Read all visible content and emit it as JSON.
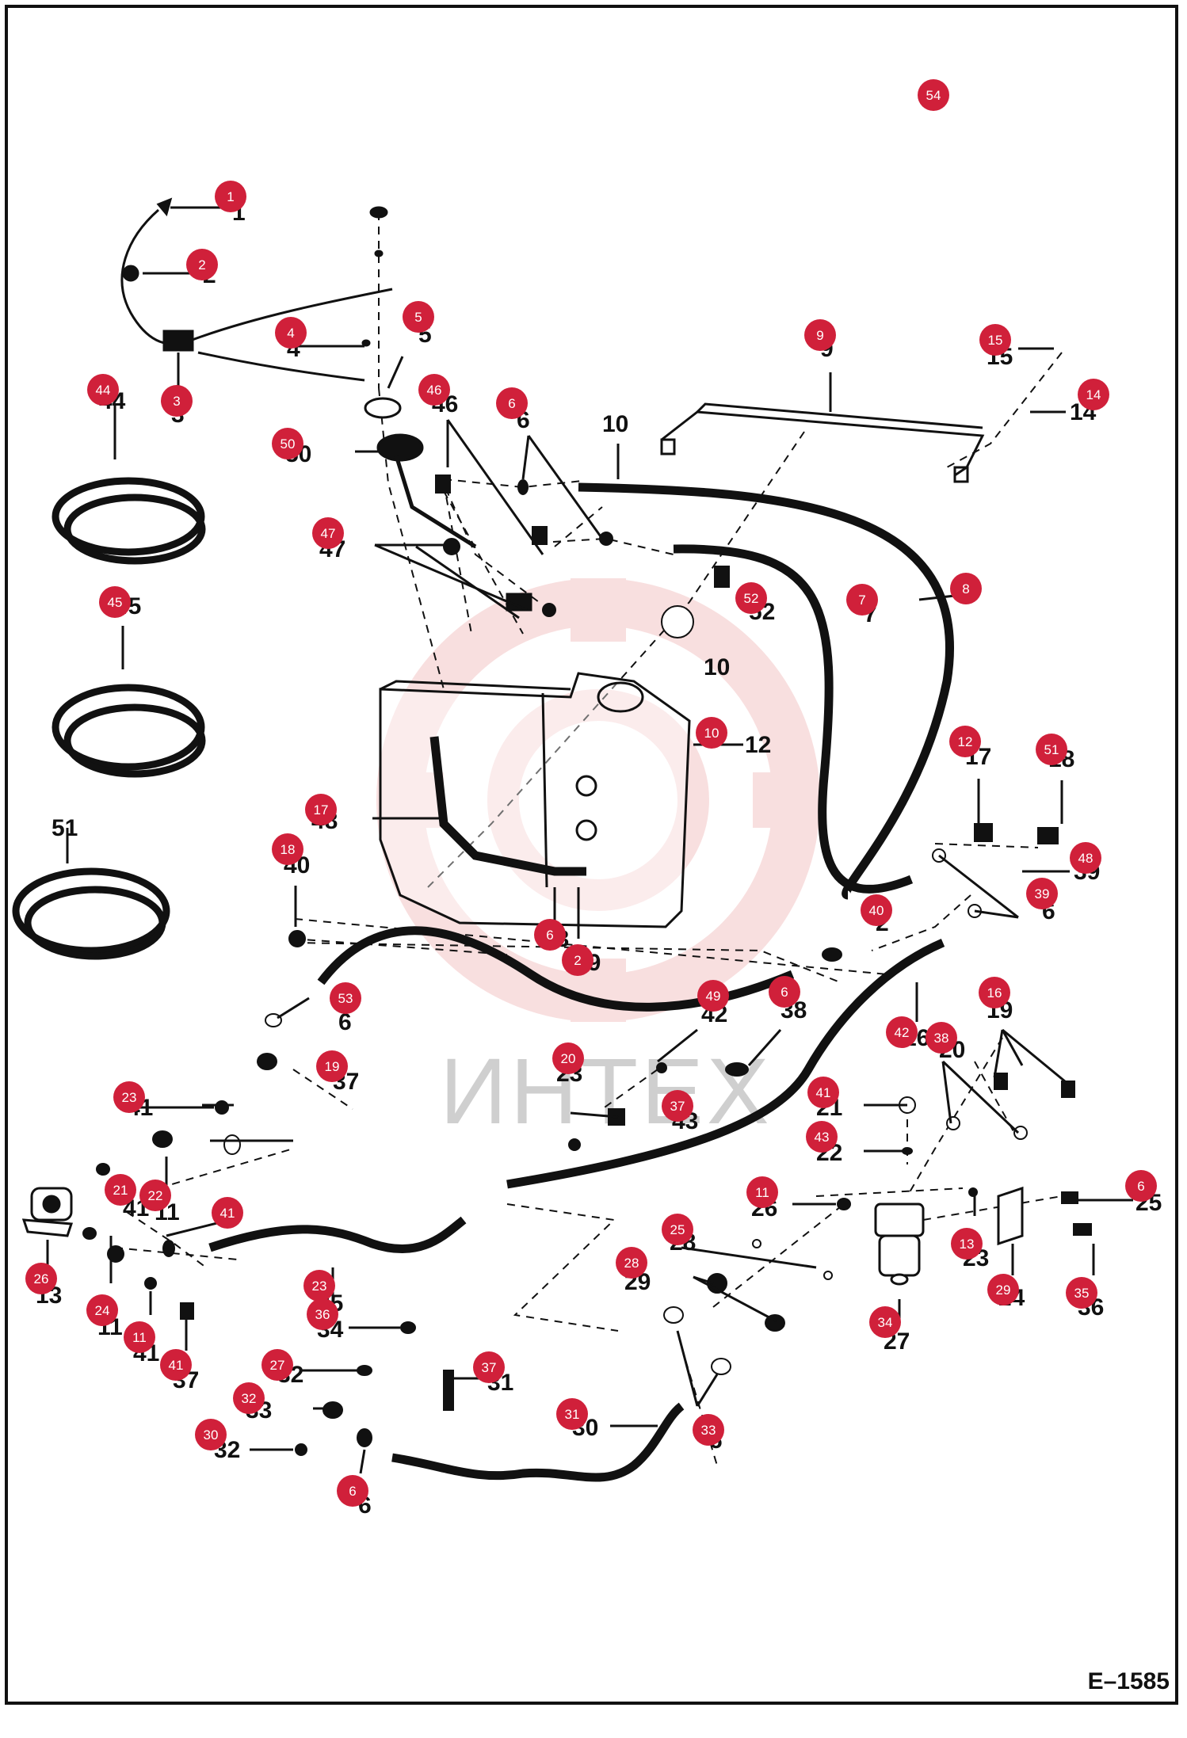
{
  "watermark": "ИНТЕХ",
  "figure_code": "E–1585",
  "hotspot_color": "#d0203a",
  "watermark_logo_color": "#f4c6c6",
  "hotspots": [
    {
      "id": "54",
      "label": "54"
    },
    {
      "id": "1",
      "label": "1"
    },
    {
      "id": "2",
      "label": "2"
    },
    {
      "id": "4",
      "label": "4"
    },
    {
      "id": "5",
      "label": "5"
    },
    {
      "id": "3",
      "label": "3"
    },
    {
      "id": "9",
      "label": "9"
    },
    {
      "id": "15",
      "label": "15"
    },
    {
      "id": "14",
      "label": "14"
    },
    {
      "id": "44",
      "label": "44"
    },
    {
      "id": "46",
      "label": "46"
    },
    {
      "id": "6a",
      "label": "6"
    },
    {
      "id": "50",
      "label": "50"
    },
    {
      "id": "47",
      "label": "47"
    },
    {
      "id": "52",
      "label": "52"
    },
    {
      "id": "7",
      "label": "7"
    },
    {
      "id": "8",
      "label": "8"
    },
    {
      "id": "45",
      "label": "45"
    },
    {
      "id": "10",
      "label": "10"
    },
    {
      "id": "12",
      "label": "12"
    },
    {
      "id": "51",
      "label": "51"
    },
    {
      "id": "17",
      "label": "17"
    },
    {
      "id": "18",
      "label": "18"
    },
    {
      "id": "48",
      "label": "48"
    },
    {
      "id": "40",
      "label": "40"
    },
    {
      "id": "39",
      "label": "39"
    },
    {
      "id": "6b",
      "label": "6"
    },
    {
      "id": "2b",
      "label": "2"
    },
    {
      "id": "53",
      "label": "53"
    },
    {
      "id": "49",
      "label": "49"
    },
    {
      "id": "6c",
      "label": "6"
    },
    {
      "id": "42",
      "label": "42"
    },
    {
      "id": "38",
      "label": "38"
    },
    {
      "id": "16",
      "label": "16"
    },
    {
      "id": "20",
      "label": "20"
    },
    {
      "id": "19",
      "label": "19"
    },
    {
      "id": "23",
      "label": "23"
    },
    {
      "id": "37",
      "label": "37"
    },
    {
      "id": "41",
      "label": "41"
    },
    {
      "id": "43",
      "label": "43"
    },
    {
      "id": "21",
      "label": "21"
    },
    {
      "id": "22",
      "label": "22"
    },
    {
      "id": "41b",
      "label": "41"
    },
    {
      "id": "11",
      "label": "11"
    },
    {
      "id": "6d",
      "label": "6"
    },
    {
      "id": "26",
      "label": "26"
    },
    {
      "id": "25",
      "label": "25"
    },
    {
      "id": "13",
      "label": "13"
    },
    {
      "id": "28",
      "label": "28"
    },
    {
      "id": "23b",
      "label": "23"
    },
    {
      "id": "29",
      "label": "29"
    },
    {
      "id": "35",
      "label": "35"
    },
    {
      "id": "24",
      "label": "24"
    },
    {
      "id": "36",
      "label": "36"
    },
    {
      "id": "11b",
      "label": "11"
    },
    {
      "id": "34",
      "label": "34"
    },
    {
      "id": "41c",
      "label": "41"
    },
    {
      "id": "27",
      "label": "27"
    },
    {
      "id": "37b",
      "label": "37"
    },
    {
      "id": "32",
      "label": "32"
    },
    {
      "id": "31",
      "label": "31"
    },
    {
      "id": "33",
      "label": "33"
    },
    {
      "id": "30",
      "label": "30"
    },
    {
      "id": "6e",
      "label": "6"
    },
    {
      "id": "32b",
      "label": "32"
    },
    {
      "id": "6f",
      "label": "6"
    }
  ],
  "callouts": [
    "1",
    "2",
    "4",
    "5",
    "3",
    "9",
    "15",
    "14",
    "44",
    "46",
    "6",
    "10",
    "50",
    "47",
    "52",
    "7",
    "8",
    "45",
    "10",
    "12",
    "51",
    "17",
    "18",
    "48",
    "40",
    "39",
    "6",
    "2",
    "53",
    "49",
    "6",
    "42",
    "38",
    "16",
    "20",
    "19",
    "23",
    "37",
    "41",
    "43",
    "21",
    "22",
    "41",
    "11",
    "6",
    "26",
    "25",
    "13",
    "28",
    "23",
    "29",
    "35",
    "24",
    "36",
    "11",
    "34",
    "41",
    "27",
    "37",
    "32",
    "31",
    "33",
    "30",
    "6",
    "32",
    "6"
  ]
}
